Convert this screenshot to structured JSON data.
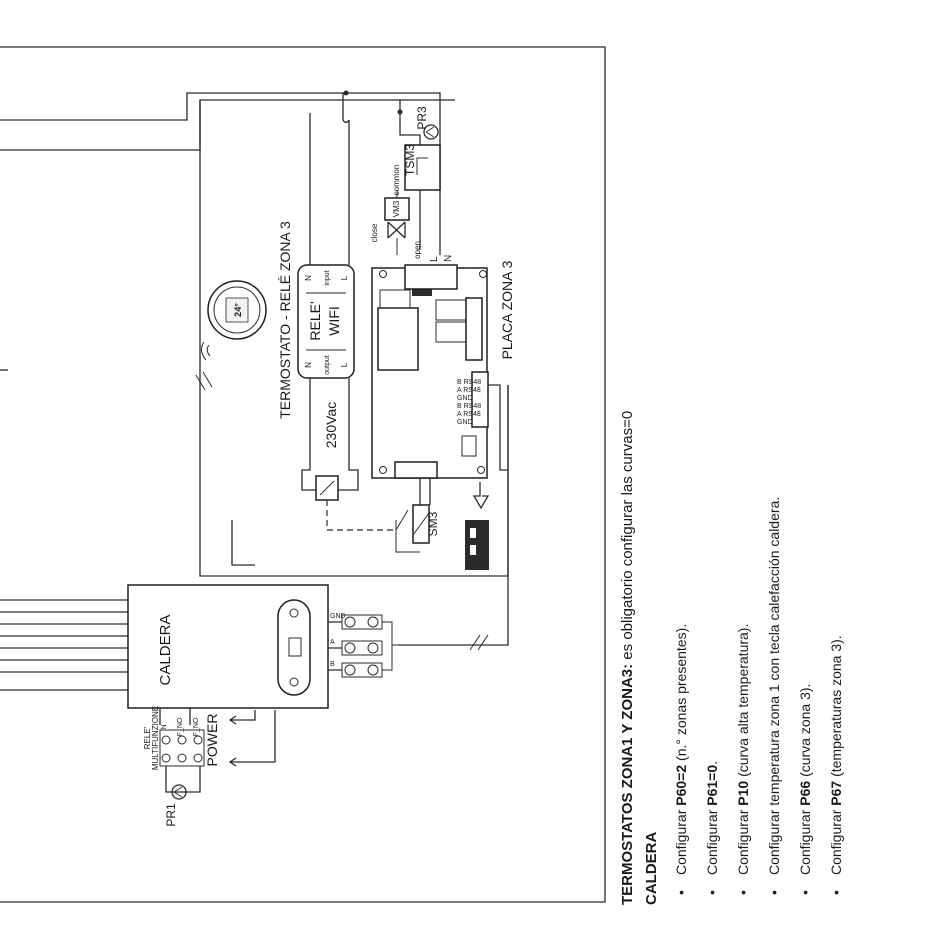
{
  "diagram": {
    "boiler_label": "CALDERA",
    "power_label": "POWER",
    "relay_multi_line1": "RELE'",
    "relay_multi_line2": "MULTIFUNZIONE",
    "relay_term_n": "N",
    "relay_term_fno1": "F_NO",
    "relay_term_fno2": "F_NO",
    "pump1_label": "PR1",
    "pump3_label": "PR3",
    "tsm_label": "TSM3",
    "sensor_label": "SM3",
    "board_label": "PLACA ZONA 3",
    "thermostat_label": "TERMOSTATO - RELÉ ZONA 3",
    "voltage_label": "230Vac",
    "wifi_line1": "RELE'",
    "wifi_line2": "WIFI",
    "wifi_input": "input",
    "wifi_output": "output",
    "wifi_N": "N",
    "wifi_L": "L",
    "valve_label": "VM3",
    "valve_close": "close",
    "valve_open": "open",
    "valve_common": "common",
    "thermo_display": "24°",
    "bus_gnd": "GND",
    "bus_a": "A",
    "bus_b": "B",
    "rs_labels": [
      "B RS48",
      "A RS48",
      "GND",
      "B RS48",
      "A RS48",
      "GND"
    ],
    "power_L": "L",
    "power_N": "N"
  },
  "notes": {
    "header_bold": "TERMOSTATOS ZONA1 Y ZONA3:",
    "header_rest": " es obligatorio configurar las curvas=0",
    "subheader": "CALDERA",
    "items": [
      {
        "pre": "Configurar ",
        "bold": "P60=2",
        "post": " (n.° zonas presentes)."
      },
      {
        "pre": "Configurar ",
        "bold": "P61=0",
        "post": "."
      },
      {
        "pre": "Configurar ",
        "bold": "P10",
        "post": " (curva alta temperatura)."
      },
      {
        "pre": "Configurar temperatura zona 1 con tecla calefacción caldera.",
        "bold": "",
        "post": ""
      },
      {
        "pre": "Configurar ",
        "bold": "P66",
        "post": " (curva zona 3)."
      },
      {
        "pre": "Configurar ",
        "bold": "P67",
        "post": " (temperaturas zona 3)."
      }
    ]
  }
}
